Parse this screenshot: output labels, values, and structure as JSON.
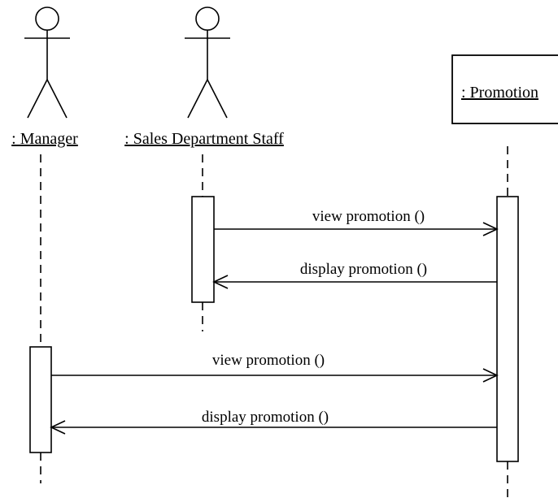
{
  "actors": [
    {
      "id": "manager",
      "label": ": Manager"
    },
    {
      "id": "sales-staff",
      "label": ": Sales Department Staff"
    }
  ],
  "object": {
    "id": "promotion",
    "label": ": Promotion"
  },
  "messages": [
    {
      "label": "view promotion ()",
      "from": ": Sales Department Staff",
      "to": ": Promotion"
    },
    {
      "label": "display promotion ()",
      "from": ": Promotion",
      "to": ": Sales Department Staff"
    },
    {
      "label": "view promotion ()",
      "from": ": Manager",
      "to": ": Promotion"
    },
    {
      "label": "display promotion ()",
      "from": ": Promotion",
      "to": ": Manager"
    }
  ]
}
